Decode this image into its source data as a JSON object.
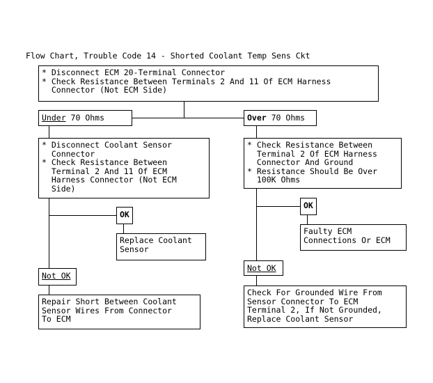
{
  "title": "Flow Chart, Trouble Code 14 - Shorted Coolant Temp Sens Ckt",
  "nodes": {
    "start": "* Disconnect ECM 20-Terminal Connector\n* Check Resistance Between Terminals 2 And 11 Of ECM Harness\n  Connector (Not ECM Side)",
    "under_prefix": "Under",
    "under_suffix": " 70 Ohms",
    "over_prefix": "Over",
    "over_suffix": " 70 Ohms",
    "left_step": "* Disconnect Coolant Sensor\n  Connector\n* Check Resistance Between\n  Terminal 2 And 11 Of ECM\n  Harness Connector (Not ECM\n  Side)",
    "right_step": "* Check Resistance Between\n  Terminal 2 Of ECM Harness\n  Connector And Ground\n* Resistance Should Be Over\n  100K Ohms",
    "left_ok": "OK",
    "left_ok_result": "Replace Coolant\nSensor",
    "left_not_ok": "Not OK",
    "left_not_ok_result": "Repair Short Between Coolant\nSensor Wires From Connector\nTo ECM",
    "right_ok": "OK",
    "right_ok_result": "Faulty ECM\nConnections Or ECM",
    "right_not_ok": "Not OK",
    "right_not_ok_result": "Check For Grounded Wire From\nSensor Connector To ECM\nTerminal 2, If Not Grounded,\nReplace Coolant Sensor"
  }
}
